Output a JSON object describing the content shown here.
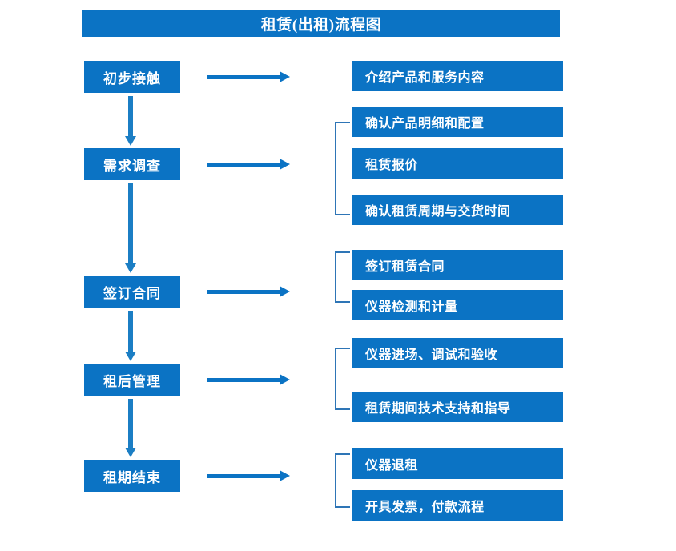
{
  "diagram": {
    "title": "租赁(出租)流程图",
    "accent_color": "#0b73c4",
    "arrow_color": "#1b7ec4",
    "bracket_color": "#2e75b6",
    "stages": [
      {
        "label": "初步接触"
      },
      {
        "label": "需求调查"
      },
      {
        "label": "签订合同"
      },
      {
        "label": "租后管理"
      },
      {
        "label": "租期结束"
      }
    ],
    "details": [
      {
        "label": "介绍产品和服务内容"
      },
      {
        "label": "确认产品明细和配置"
      },
      {
        "label": "租赁报价"
      },
      {
        "label": "确认租赁周期与交货时间"
      },
      {
        "label": "签订租赁合同"
      },
      {
        "label": "仪器检测和计量"
      },
      {
        "label": "仪器进场、调试和验收"
      },
      {
        "label": "租赁期间技术支持和指导"
      },
      {
        "label": "仪器退租"
      },
      {
        "label": "开具发票，付款流程"
      }
    ]
  }
}
